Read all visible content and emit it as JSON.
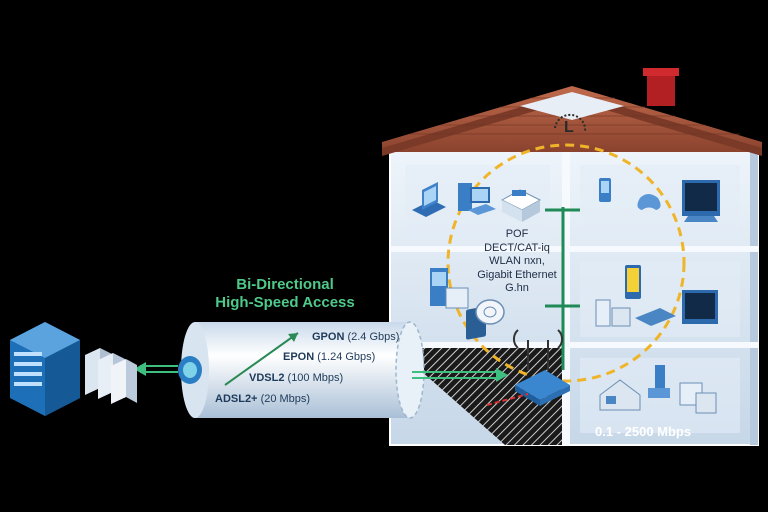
{
  "diagram": {
    "title_line1": "Bi-Directional",
    "title_line2": "High-Speed Access",
    "access_technologies": [
      {
        "name": "GPON",
        "rate": "(2.4 Gbps)"
      },
      {
        "name": "EPON",
        "rate": "(1.24 Gbps)"
      },
      {
        "name": "VDSL2",
        "rate": "(100 Mbps)"
      },
      {
        "name": "ADSL2+",
        "rate": "(20 Mbps)"
      }
    ],
    "home_network_technologies": [
      "POF",
      "DECT/CAT-iq",
      "WLAN nxn,",
      "Gigabit Ethernet",
      "G.hn"
    ],
    "home_speed": "0.1 - 2500 Mbps",
    "logo_glyph": "L"
  },
  "colors": {
    "background": "#000000",
    "accent_green": "#4fc98a",
    "roof": "#a0523a",
    "house_wall": "#dde9f5",
    "dashed_circle": "#f0b429",
    "tech_text": "#1e3a5a"
  }
}
